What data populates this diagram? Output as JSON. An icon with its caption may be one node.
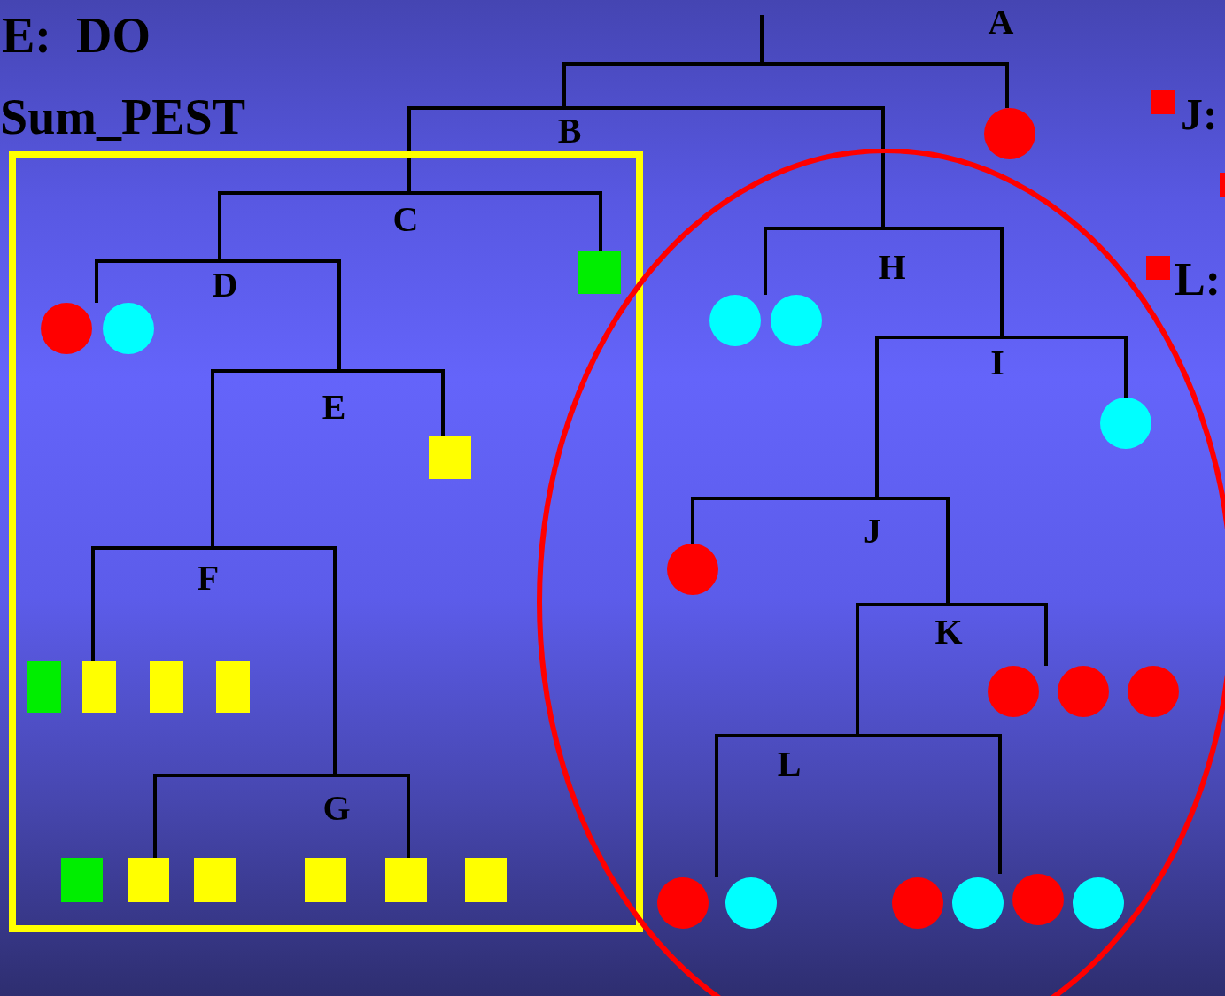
{
  "diagram": {
    "nodes": [
      {
        "text": [],
        "shape": "bar",
        "beside": [
          "A"
        ]
      },
      {
        "text": [],
        "shape": "circle"
      },
      {
        "text": [
          "B"
        ]
      },
      {
        "text": [],
        "shape": "box"
      },
      {
        "text": [
          "C"
        ],
        "in": 3
      },
      {
        "text": [
          "D"
        ],
        "in": 3
      },
      {
        "text": [],
        "shape": "circle",
        "in": 3
      },
      {
        "text": [],
        "shape": "box",
        "in": 3
      },
      {
        "text": [
          "E"
        ],
        "in": 3
      },
      {
        "text": [],
        "shape": "box",
        "in": 3
      },
      {
        "text": [
          "F"
        ],
        "in": 3
      },
      {
        "text": [],
        "shape": "box",
        "in": 3
      },
      {
        "text": [
          "G"
        ],
        "in": 3
      },
      {
        "text": [],
        "shape": "box",
        "in": 3
      },
      {
        "text": [],
        "shape": "box",
        "in": 3
      },
      {
        "text": [],
        "shape": "ellipse"
      },
      {
        "text": [
          "H"
        ],
        "in": 15
      },
      {
        "text": [],
        "shape": "circle",
        "in": 15
      },
      {
        "text": [
          "I"
        ],
        "in": 15
      },
      {
        "text": [],
        "shape": "circle",
        "in": 15
      },
      {
        "text": [
          "J"
        ],
        "in": 15
      },
      {
        "text": [],
        "shape": "circle",
        "in": 15
      },
      {
        "text": [
          "K"
        ],
        "in": 15
      },
      {
        "text": [],
        "shape": "circle",
        "in": 15
      },
      {
        "text": [
          "L"
        ],
        "in": 15
      },
      {
        "text": [],
        "shape": "circle",
        "in": 15
      },
      {
        "text": [],
        "shape": "circle",
        "in": 15
      }
    ],
    "edges": [
      {
        "from": null,
        "to": 0,
        "arrow": "none"
      },
      {
        "from": 0,
        "to": 2,
        "arrow": "none"
      },
      {
        "from": 0,
        "to": 1,
        "arrow": "none"
      },
      {
        "from": 2,
        "to": 4,
        "arrow": "none"
      },
      {
        "from": 2,
        "to": 16,
        "arrow": "none"
      },
      {
        "from": 4,
        "to": 5,
        "arrow": "none"
      },
      {
        "from": 4,
        "to": 7,
        "arrow": "none"
      },
      {
        "from": 5,
        "to": 6,
        "arrow": "none"
      },
      {
        "from": 5,
        "to": 8,
        "arrow": "none"
      },
      {
        "from": 8,
        "to": 10,
        "arrow": "none"
      },
      {
        "from": 8,
        "to": 9,
        "arrow": "none"
      },
      {
        "from": 10,
        "to": 11,
        "arrow": "none"
      },
      {
        "from": 10,
        "to": 12,
        "arrow": "none"
      },
      {
        "from": 12,
        "to": 13,
        "arrow": "none"
      },
      {
        "from": 12,
        "to": 14,
        "arrow": "none"
      },
      {
        "from": 16,
        "to": 17,
        "arrow": "none"
      },
      {
        "from": 16,
        "to": 18,
        "arrow": "none"
      },
      {
        "from": 18,
        "to": 20,
        "arrow": "none"
      },
      {
        "from": 18,
        "to": 19,
        "arrow": "none"
      },
      {
        "from": 20,
        "to": 21,
        "arrow": "none"
      },
      {
        "from": 20,
        "to": 22,
        "arrow": "none"
      },
      {
        "from": 22,
        "to": 24,
        "arrow": "none"
      },
      {
        "from": 22,
        "to": 23,
        "arrow": "none"
      },
      {
        "from": 24,
        "to": 25,
        "arrow": "none"
      },
      {
        "from": 24,
        "to": 26,
        "arrow": "none"
      }
    ],
    "labels": [
      "E:  DO",
      "Sum_PEST",
      "J:",
      "L:"
    ]
  }
}
